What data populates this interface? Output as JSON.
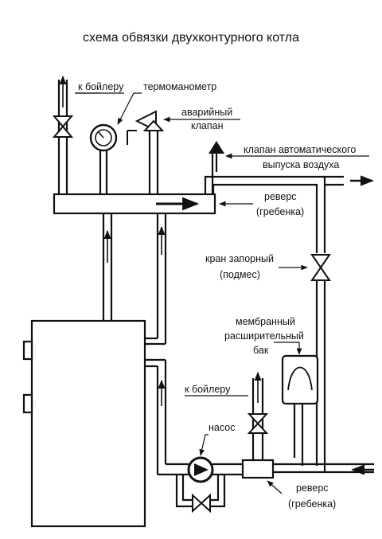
{
  "title": "схема обвязки двухконтурного котла",
  "labels": {
    "to_boiler_top": "к бойлеру",
    "thermomanometer": "термоманометр",
    "emergency_valve_1": "аварийный",
    "emergency_valve_2": "клапан",
    "air_valve_1": "клапан автоматического",
    "air_valve_2": "выпуска воздуха",
    "manifold_top_1": "реверс",
    "manifold_top_2": "(гребенка)",
    "shutoff_valve_1": "кран запорный",
    "shutoff_valve_2": "(подмес)",
    "membrane_tank_1": "мембранный",
    "membrane_tank_2": "расширительный",
    "membrane_tank_3": "бак",
    "to_boiler_bottom": "к бойлеру",
    "pump": "насос",
    "manifold_bottom_1": "реверс",
    "manifold_bottom_2": "(гребенка)"
  },
  "icons": [
    "valve-icon",
    "pressure-gauge-icon",
    "safety-valve-icon",
    "air-vent-icon",
    "pump-icon",
    "expansion-tank-icon",
    "flow-arrow-icon"
  ],
  "colors": {
    "line": "#111111",
    "background": "#ffffff"
  }
}
